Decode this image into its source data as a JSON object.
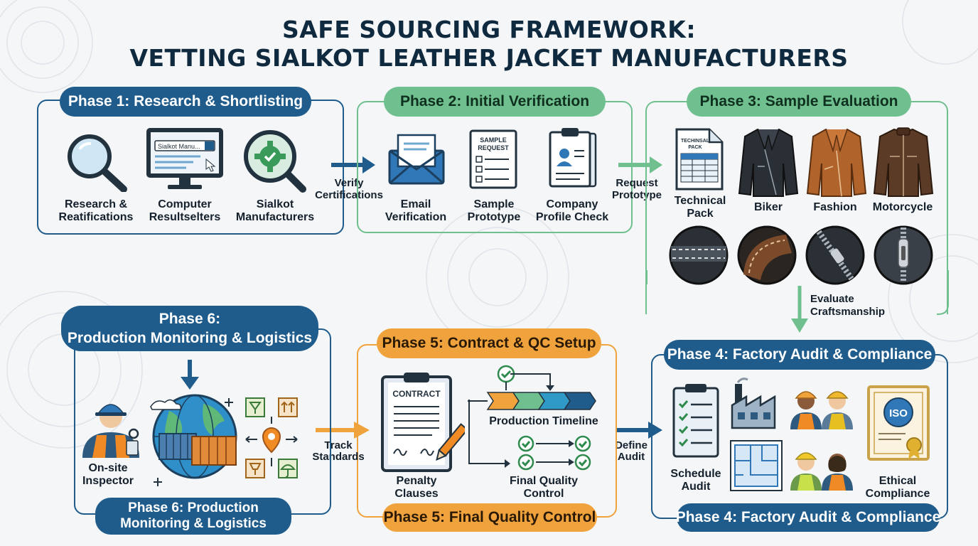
{
  "title": {
    "line1": "SAFE SOURCING FRAMEWORK:",
    "line2": "VETTING SIALKOT LEATHER JACKET MANUFACTURERS"
  },
  "phase1": {
    "title": "Phase 1: Research & Shortlisting",
    "items": [
      {
        "label_line1": "Research &",
        "label_line2": "Reatifications",
        "icon": "magnifier-icon"
      },
      {
        "label_line1": "Computer",
        "label_line2": "Resultselters",
        "icon": "computer-icon",
        "search_text": "Sialkot Manu..."
      },
      {
        "label_line1": "Sialkot",
        "label_line2": "Manufacturers",
        "icon": "gear-magnifier-icon"
      }
    ]
  },
  "phase2": {
    "title": "Phase 2: Initial Verification",
    "items": [
      {
        "label_line1": "Email",
        "label_line2": "Verification",
        "icon": "envelope-icon"
      },
      {
        "label_line1": "Sample",
        "label_line2": "Prototype",
        "icon": "sample-request-icon",
        "doc_text_1": "SAMPLE",
        "doc_text_2": "REQUEST"
      },
      {
        "label_line1": "Company",
        "label_line2": "Profile Check",
        "icon": "clipboard-profile-icon"
      }
    ]
  },
  "phase3": {
    "title": "Phase 3: Sample Evaluation",
    "items": [
      {
        "label_line1": "Technical",
        "label_line2": "Pack",
        "icon": "technical-pack-icon",
        "doc_text_1": "TECHINSAL",
        "doc_text_2": "PACK"
      },
      {
        "label_line1": "Biker",
        "label_line2": "",
        "icon": "biker-jacket-icon"
      },
      {
        "label_line1": "Fashion",
        "label_line2": "",
        "icon": "fashion-jacket-icon"
      },
      {
        "label_line1": "Motorcycle",
        "label_line2": "",
        "icon": "motorcycle-jacket-icon"
      }
    ],
    "detail_icons": [
      "stitching-detail-icon",
      "leather-edge-detail-icon",
      "zipper-detail-icon",
      "zipper-pull-detail-icon"
    ]
  },
  "phase4": {
    "title": "Phase 4: Factory Audit & Compliance",
    "bottom_title": "Phase 4: Factory Audit & Compliance",
    "items": [
      {
        "label_line1": "Schedule",
        "label_line2": "Audit",
        "icon": "audit-checklist-icon"
      },
      {
        "label_line1": "Ethical",
        "label_line2": "Compliance",
        "icon": "iso-certificate-icon",
        "cert_text": "ISO"
      }
    ],
    "other_icons": [
      "factory-icon",
      "workers-icon",
      "floorplan-icon",
      "workers-group-icon"
    ]
  },
  "phase5": {
    "title": "Phase 5: Contract & QC Setup",
    "bottom_title": "Phase 5: Final Quality Control",
    "contract_text": "CONTRACT",
    "items": [
      {
        "label_line1": "Penalty",
        "label_line2": "Clauses",
        "icon": "contract-icon"
      },
      {
        "label_line1": "Production Timeline",
        "label_line2": "",
        "icon": "timeline-icon"
      },
      {
        "label_line1": "Final Quality",
        "label_line2": "Control",
        "icon": "checklist-arrows-icon"
      }
    ]
  },
  "phase6": {
    "title_line1": "Phase 6:",
    "title_line2": "Production Monitoring & Logistics",
    "bottom_title_line1": "Phase 6: Production",
    "bottom_title_line2": "Monitoring & Logistics",
    "items": [
      {
        "label_line1": "On-site",
        "label_line2": "Inspector",
        "icon": "inspector-icon"
      },
      {
        "label_line1": "",
        "label_line2": "",
        "icon": "globe-containers-icon"
      },
      {
        "label_line1": "",
        "label_line2": "",
        "icon": "shipping-symbols-icon"
      }
    ]
  },
  "connectors": {
    "p1_to_p2": {
      "line1": "Verify",
      "line2": "Certifications"
    },
    "p2_to_p3": {
      "line1": "Request",
      "line2": "Prototype"
    },
    "p3_to_p4": {
      "line1": "Evaluate",
      "line2": "Craftsmanship"
    },
    "p4_from_p5": {
      "line1": "Define",
      "line2": "Audit"
    },
    "p5_from_p6": {
      "line1": "Track",
      "line2": "Standards"
    }
  },
  "colors": {
    "blue": "#1f5c8c",
    "green": "#6fbf8f",
    "orange": "#f0a33c",
    "navy": "#0f2a3f"
  }
}
